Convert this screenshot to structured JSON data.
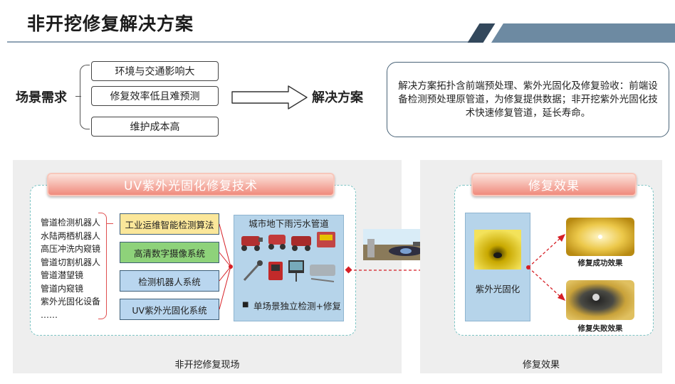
{
  "header": {
    "title": "非开挖修复解决方案"
  },
  "requirements": {
    "label": "场景需求",
    "items": [
      "环境与交通影响大",
      "修复效率低且难预测",
      "维护成本高"
    ]
  },
  "solution": {
    "label": "解决方案",
    "description": "解决方案拓扑含前端预处理、紫外光固化及修复验收：前端设备检测预处理原管道，为修复提供数据；非开挖紫外光固化技术快速修复管道，延长寿命。"
  },
  "left_panel": {
    "title": "UV紫外光固化修复技术",
    "caption": "非开挖修复现场",
    "robots": [
      "管道检测机器人",
      "水陆两栖机器人",
      "高压冲洗内窥镜",
      "管道切割机器人",
      "管道潜望镜",
      "管道内窥镜",
      "紫外光固化设备",
      "……"
    ],
    "systems": [
      {
        "label": "工业运维智能检测算法",
        "color": "#fbe79a"
      },
      {
        "label": "高清数字摄像系统",
        "color": "#8ed27a"
      },
      {
        "label": "检测机器人系统",
        "color": "#b9d6ef"
      },
      {
        "label": "UV紫外光固化系统",
        "color": "#b9d6ef"
      }
    ],
    "pipe_title": "城市地下雨污水管道",
    "pipe_note": "单场景独立检测+修复"
  },
  "right_panel": {
    "title": "修复效果",
    "caption": "修复效果",
    "uv_label": "紫外光固化",
    "success_label": "修复成功效果",
    "fail_label": "修复失败效果"
  },
  "colors": {
    "accent_red": "#d61f26",
    "teal_dash": "#7cc4c4",
    "pill_pink": "#f08a7c",
    "header_dark": "#33485c",
    "header_blue": "#6d8aa2"
  }
}
